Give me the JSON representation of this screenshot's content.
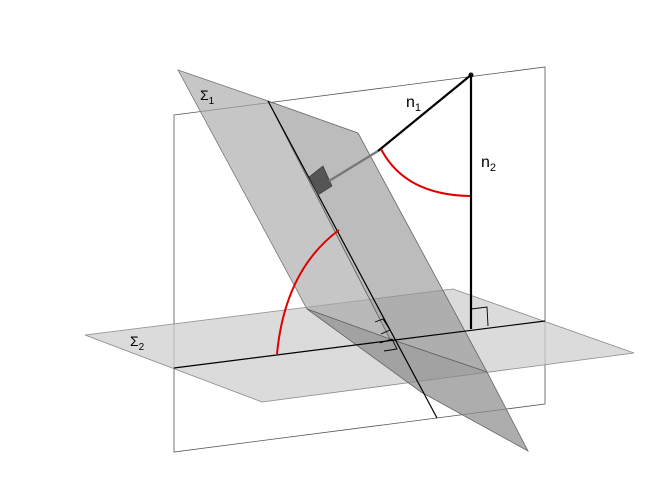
{
  "labels": {
    "sigma1": {
      "base": "Σ",
      "sub": "1"
    },
    "sigma2": {
      "base": "Σ",
      "sub": "2"
    },
    "n1": {
      "base": "n",
      "sub": "1"
    },
    "n2": {
      "base": "n",
      "sub": "2"
    }
  },
  "colors": {
    "angle_arc": "#e00000",
    "normal": "#000000",
    "tilted_plane": "#9e9e9e",
    "horizontal_plane": "#c8c8c8",
    "outline": "#555555"
  }
}
